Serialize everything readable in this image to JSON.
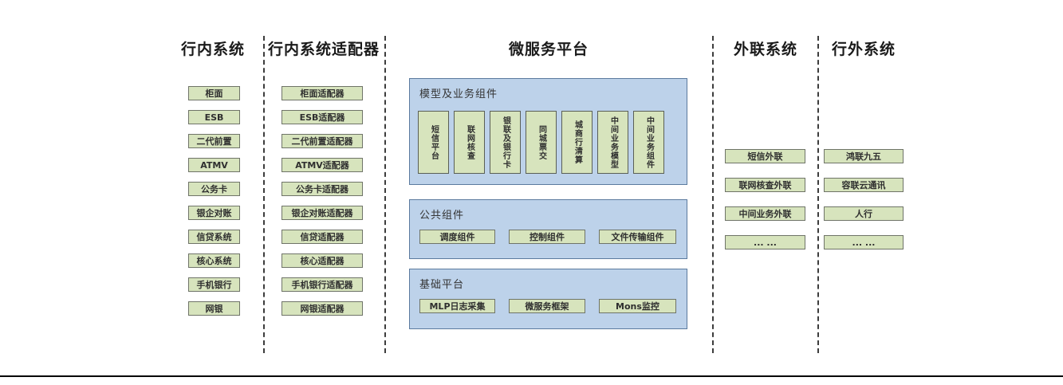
{
  "diagram": {
    "columns": [
      {
        "title": "行内系统",
        "items": [
          "柜面",
          "ESB",
          "二代前置",
          "ATMV",
          "公务卡",
          "银企对账",
          "信贷系统",
          "核心系统",
          "手机银行",
          "网银"
        ]
      },
      {
        "title": "行内系统适配器",
        "items": [
          "柜面适配器",
          "ESB适配器",
          "二代前置适配器",
          "ATMV适配器",
          "公务卡适配器",
          "银企对账适配器",
          "信贷适配器",
          "核心适配器",
          "手机银行适配器",
          "网银适配器"
        ]
      },
      {
        "title": "微服务平台",
        "groups": [
          {
            "title": "模型及业务组件",
            "orientation": "vertical",
            "items": [
              "短信平台",
              "联网核查",
              "银联及银行卡",
              "同城票交",
              "城商行清算",
              "中间业务模型",
              "中间业务组件"
            ]
          },
          {
            "title": "公共组件",
            "orientation": "horizontal",
            "items": [
              "调度组件",
              "控制组件",
              "文件传输组件"
            ]
          },
          {
            "title": "基础平台",
            "orientation": "horizontal",
            "items": [
              "MLP日志采集",
              "微服务框架",
              "Mons监控"
            ]
          }
        ]
      },
      {
        "title": "外联系统",
        "items": [
          "短信外联",
          "联网核查外联",
          "中间业务外联",
          "... ..."
        ]
      },
      {
        "title": "行外系统",
        "items": [
          "鸿联九五",
          "容联云通讯",
          "人行",
          "... ..."
        ]
      }
    ],
    "colors": {
      "box_fill": "#d7e4bd",
      "box_border": "#6f7468",
      "panel_fill": "#bdd2ea",
      "panel_border": "#5b7a9e",
      "divider": "#3d3d3d",
      "baseline": "#000000"
    }
  }
}
